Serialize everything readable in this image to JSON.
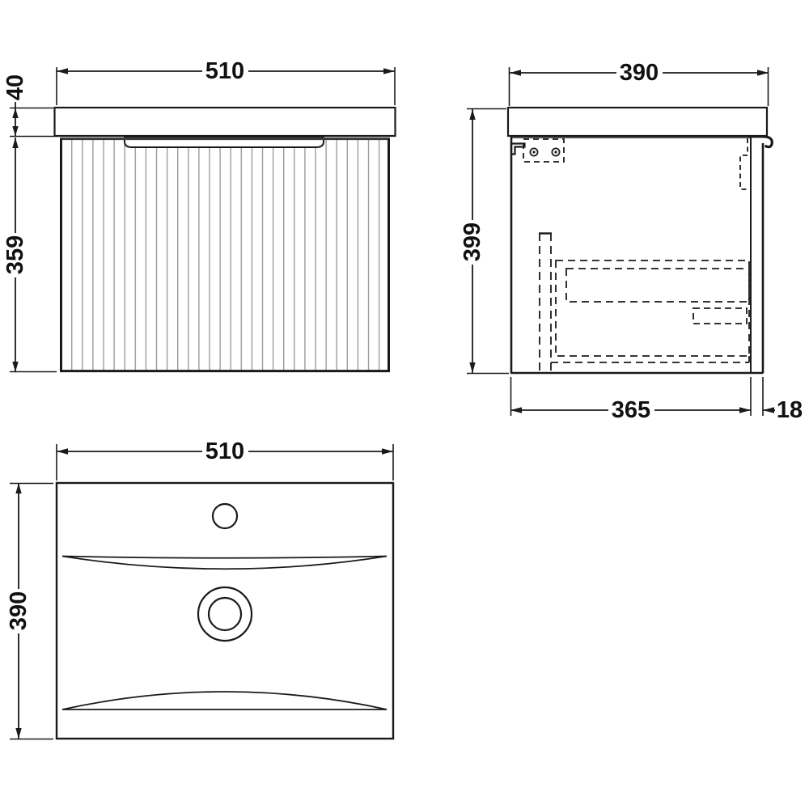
{
  "drawing": {
    "type": "technical-drawing",
    "subject": "Wall-hung fluted vanity unit with basin - dimensioned orthographic views",
    "units": "mm",
    "colors": {
      "line": "#1a1a1a",
      "flute": "#9c9c9c",
      "cabinet_top_strip": "#3c3c3c",
      "background": "#ffffff"
    },
    "views": {
      "front": {
        "label": "front elevation",
        "dims": {
          "width": "510",
          "counter_height": "40",
          "body_height": "359"
        }
      },
      "side": {
        "label": "side section",
        "dims": {
          "depth": "390",
          "height": "399",
          "internal_depth": "365",
          "door_thickness": "18"
        }
      },
      "plan": {
        "label": "basin plan view",
        "dims": {
          "width": "510",
          "depth": "390"
        }
      }
    }
  }
}
